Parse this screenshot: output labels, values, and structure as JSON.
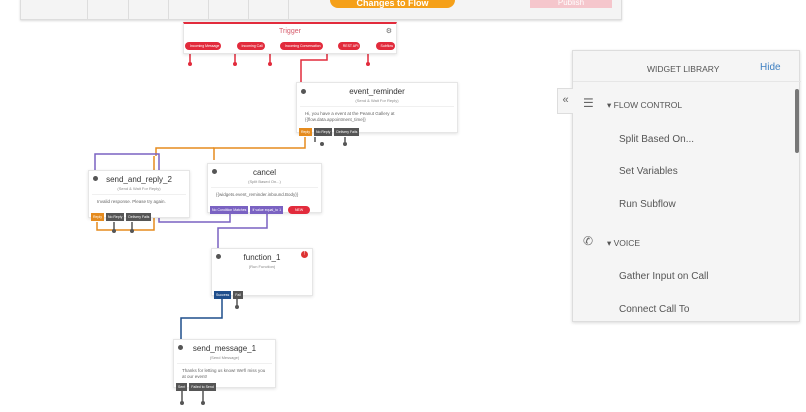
{
  "toolbar": {
    "changes_label": "Changes to Flow",
    "publish_label": "Publish"
  },
  "trigger": {
    "title": "Trigger",
    "pills": [
      "Incoming Message",
      "Incoming Call",
      "Incoming Conversation",
      "REST API",
      "Subflow"
    ]
  },
  "nodes": {
    "event_reminder": {
      "title": "event_reminder",
      "type": "(Send & Wait For Reply)",
      "body": "Hi, you have a event at the Peanut Gallery at {{flow.data.appointment_time}}",
      "ports": [
        "Reply",
        "No Reply",
        "Delivery Fails"
      ]
    },
    "send_and_reply_2": {
      "title": "send_and_reply_2",
      "type": "(Send & Wait For Reply)",
      "body": "Invalid response. Please try again.",
      "ports": [
        "Reply",
        "No Reply",
        "Delivery Fails"
      ]
    },
    "cancel": {
      "title": "cancel",
      "type": "(Split Based On...)",
      "body": "{{widgets.event_reminder.inbound.Body}}",
      "ports": [
        "No Condition Matches",
        "If value equal_to 1"
      ],
      "new_label": "NEW"
    },
    "function_1": {
      "title": "function_1",
      "type": "(Run Function)",
      "ports": [
        "Success",
        "Fail"
      ]
    },
    "send_message_1": {
      "title": "send_message_1",
      "type": "(Send Message)",
      "body": "Thanks for letting us know! We'll miss you at our event!",
      "ports": [
        "Sent",
        "Failed to Send"
      ]
    }
  },
  "library": {
    "title": "WIDGET LIBRARY",
    "hide_label": "Hide",
    "categories": [
      {
        "name": "FLOW CONTROL",
        "icon": "flow-control-icon",
        "items": [
          "Split Based On...",
          "Set Variables",
          "Run Subflow"
        ]
      },
      {
        "name": "VOICE",
        "icon": "phone-icon",
        "items": [
          "Gather Input on Call",
          "Connect Call To"
        ]
      }
    ]
  },
  "colors": {
    "trigger": "#e22b3c",
    "reply": "#e58b1e",
    "split": "#7a62c2",
    "success": "#1f4e8c",
    "changes": "#f5a019"
  }
}
